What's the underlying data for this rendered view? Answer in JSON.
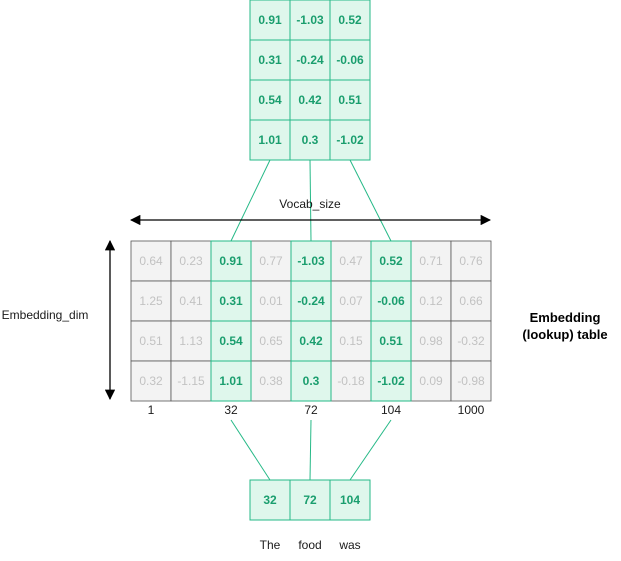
{
  "output_matrix": [
    [
      "0.91",
      "-1.03",
      "0.52"
    ],
    [
      "0.31",
      "-0.24",
      "-0.06"
    ],
    [
      "0.54",
      "0.42",
      "0.51"
    ],
    [
      "1.01",
      "0.3",
      "-1.02"
    ]
  ],
  "lookup_table": [
    [
      "0.64",
      "0.23",
      "0.91",
      "0.77",
      "-1.03",
      "0.47",
      "0.52",
      "0.71",
      "0.76"
    ],
    [
      "1.25",
      "0.41",
      "0.31",
      "0.01",
      "-0.24",
      "0.07",
      "-0.06",
      "0.12",
      "0.66"
    ],
    [
      "0.51",
      "1.13",
      "0.54",
      "0.65",
      "0.42",
      "0.15",
      "0.51",
      "0.98",
      "-0.32"
    ],
    [
      "0.32",
      "-1.15",
      "1.01",
      "0.38",
      "0.3",
      "-0.18",
      "-1.02",
      "0.09",
      "-0.98"
    ]
  ],
  "highlight_columns": [
    2,
    4,
    6
  ],
  "vocab_label": "Vocab_size",
  "embedding_dim_label": "Embedding_dim",
  "table_title_line1": "Embedding",
  "table_title_line2": "(lookup) table",
  "index_labels": [
    "1",
    "32",
    "72",
    "104",
    "1000"
  ],
  "token_ids": [
    "32",
    "72",
    "104"
  ],
  "tokens": [
    "The",
    "food",
    "was"
  ],
  "colors": {
    "highlight_fill": "#dff7ec",
    "highlight_stroke": "#26b987",
    "highlight_text": "#1a9e6e",
    "grid_fill": "#f3f3f3",
    "grid_stroke": "#555555",
    "dim_text": "#c2c2c2"
  }
}
